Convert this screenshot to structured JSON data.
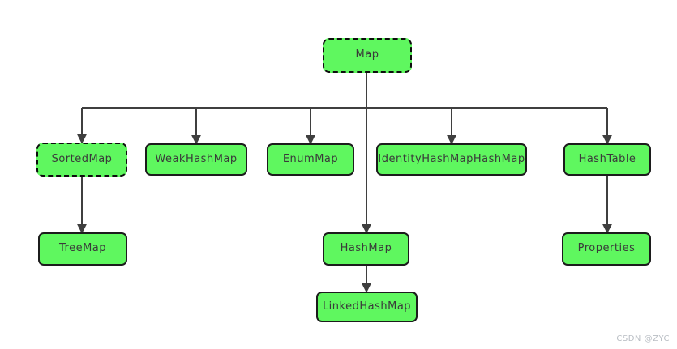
{
  "diagram": {
    "nodes": [
      {
        "id": "map",
        "label": "Map",
        "border": "dashed"
      },
      {
        "id": "sortedmap",
        "label": "SortedMap",
        "border": "dashed"
      },
      {
        "id": "weakhashmap",
        "label": "WeakHashMap",
        "border": "solid"
      },
      {
        "id": "enummap",
        "label": "EnumMap",
        "border": "solid"
      },
      {
        "id": "identityhashmaphashmap",
        "label": "IdentityHashMapHashMap",
        "border": "solid"
      },
      {
        "id": "hashtable",
        "label": "HashTable",
        "border": "solid"
      },
      {
        "id": "treemap",
        "label": "TreeMap",
        "border": "solid"
      },
      {
        "id": "hashmap",
        "label": "HashMap",
        "border": "solid"
      },
      {
        "id": "properties",
        "label": "Properties",
        "border": "solid"
      },
      {
        "id": "linkedhashmap",
        "label": "LinkedHashMap",
        "border": "solid"
      }
    ],
    "edges": [
      {
        "from": "Map",
        "to": "SortedMap"
      },
      {
        "from": "Map",
        "to": "WeakHashMap"
      },
      {
        "from": "Map",
        "to": "EnumMap"
      },
      {
        "from": "Map",
        "to": "IdentityHashMapHashMap"
      },
      {
        "from": "Map",
        "to": "HashTable"
      },
      {
        "from": "Map",
        "to": "HashMap"
      },
      {
        "from": "SortedMap",
        "to": "TreeMap"
      },
      {
        "from": "HashTable",
        "to": "Properties"
      },
      {
        "from": "HashMap",
        "to": "LinkedHashMap"
      }
    ]
  },
  "watermark": {
    "text": "CSDN @ZYC"
  },
  "colors": {
    "node_fill": "#5ff75f",
    "node_border": "#1c1c1c",
    "edge": "#3f3f3f",
    "text": "#3a3a3a",
    "watermark": "#b9bec4",
    "background": "#ffffff"
  }
}
